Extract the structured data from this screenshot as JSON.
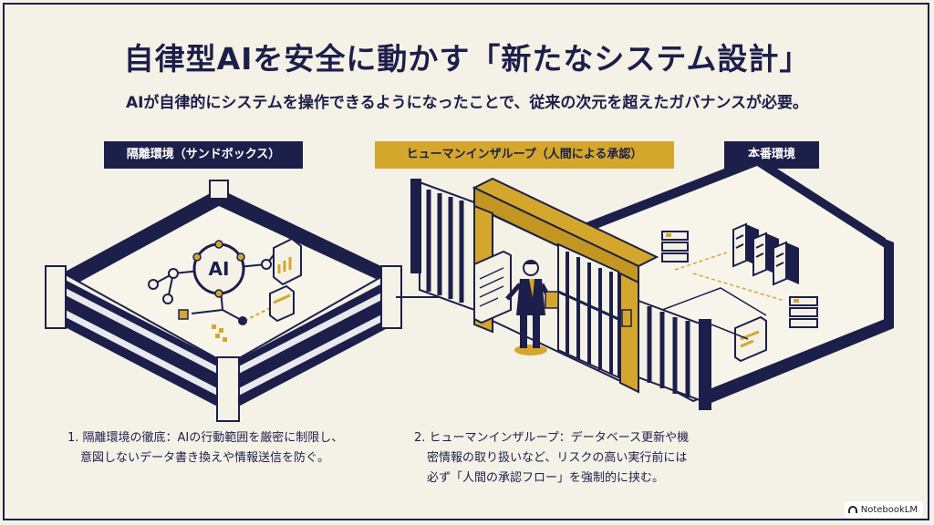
{
  "title": "自律型AIを安全に動かす「新たなシステム設計」",
  "subtitle": "AIが自律的にシステムを操作できるようになったことで、従来の次元を超えたガバナンスが必要。",
  "sections": {
    "sandbox": {
      "label": "隔離環境（サンドボックス）"
    },
    "human_loop": {
      "label": "ヒューマンインザループ（人間による承認）"
    },
    "production": {
      "label": "本番環境"
    }
  },
  "captions": {
    "first": {
      "line1": "1. 隔離環境の徹底：AIの行動範囲を厳密に制限し、",
      "line2": "意図しないデータ書き換えや情報送信を防ぐ。"
    },
    "second": {
      "line1": "2. ヒューマンインザループ：データベース更新や機",
      "line2": "密情報の取り扱いなど、リスクの高い実行前には",
      "line3": "必ず「人間の承認フロー」を強制的に挟む。"
    }
  },
  "ai_node": {
    "text": "AI"
  },
  "watermark": {
    "text": "NotebookLM"
  },
  "colors": {
    "navy": "#1c1f4a",
    "gold": "#d4a72c",
    "background": "#f4f1e6"
  }
}
